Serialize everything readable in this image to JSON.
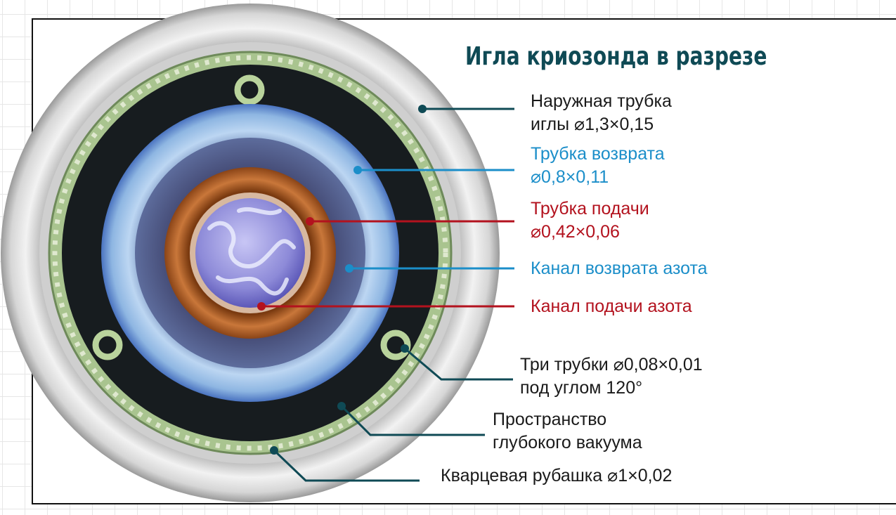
{
  "title": "Игла криозонда в разрезе",
  "labels": {
    "outer_tube": {
      "line1": "Наружная трубка",
      "line2": "иглы ⌀1,3×0,15"
    },
    "return_tube": {
      "line1": "Трубка возврата",
      "line2": "⌀0,8×0,11"
    },
    "feed_tube": {
      "line1": "Трубка подачи",
      "line2": "⌀0,42×0,06"
    },
    "return_channel": "Канал возврата азота",
    "feed_channel": "Канал подачи азота",
    "three_tubes": {
      "line1": "Три трубки ⌀0,08×0,01",
      "line2": "под углом 120°"
    },
    "vacuum": {
      "line1": "Пространство",
      "line2": "глубокого вакуума"
    },
    "quartz": "Кварцевая рубашка ⌀1×0,02"
  },
  "colors": {
    "title": "#0f4a55",
    "leader_dark": "#0f4a55",
    "leader_blue": "#1b8ec9",
    "leader_red": "#b3121e",
    "outer_tube": "#d8d8d8",
    "quartz": "#a9c48f",
    "vacuum": "#171c1f",
    "return_tube": "#9cc2e6",
    "feed_tube": "#b8652a",
    "feed_channel": "#8e8fe2"
  }
}
